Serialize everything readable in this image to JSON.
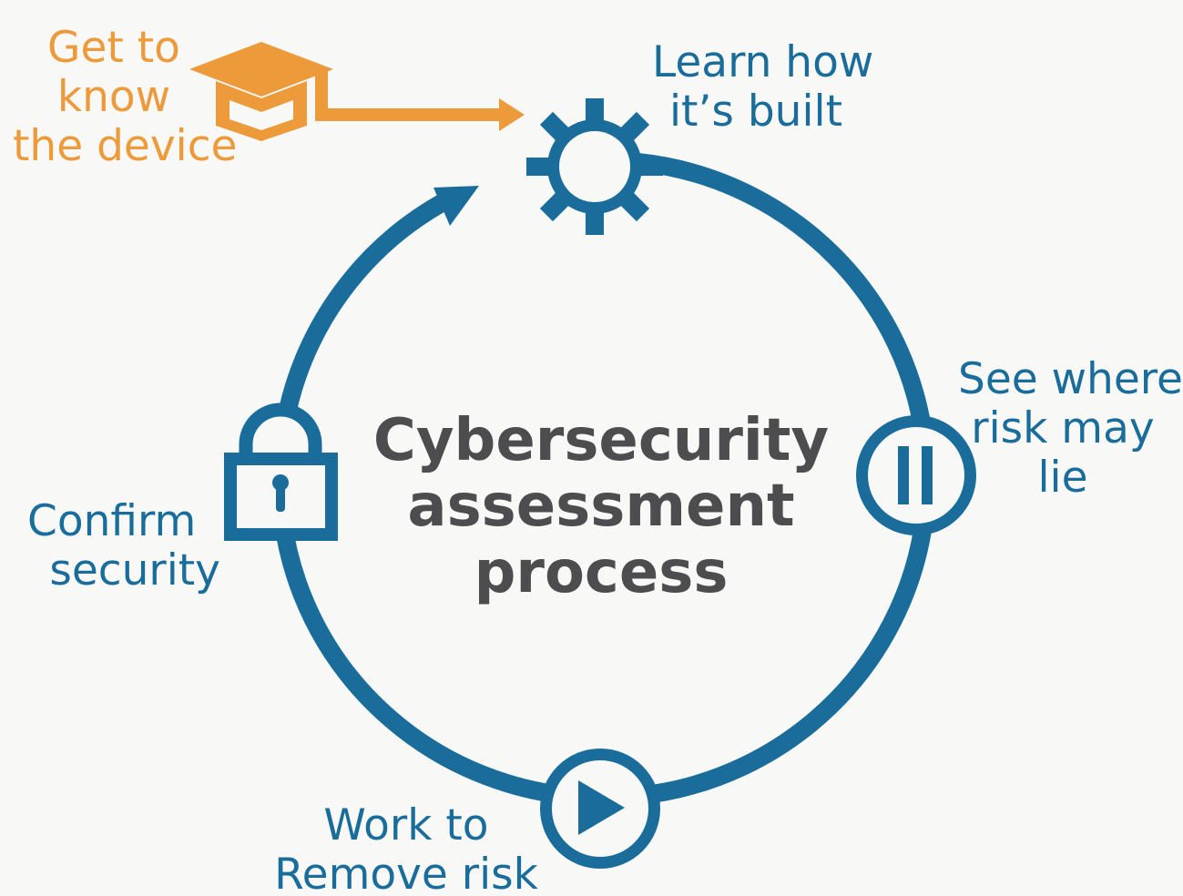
{
  "title_lines": [
    "Cybersecurity",
    "assessment",
    "process"
  ],
  "steps": {
    "get_to_know": {
      "lines": [
        "Get to",
        "know",
        "the device"
      ],
      "icon": "graduation-cap-icon",
      "color": "#ec9a3a"
    },
    "learn_build": {
      "lines": [
        "Learn how",
        "it’s built"
      ],
      "icon": "gear-icon"
    },
    "see_risk": {
      "lines": [
        "See where",
        "risk may",
        "lie"
      ],
      "icon": "pause-icon"
    },
    "remove_risk": {
      "lines": [
        "Work to",
        "Remove risk"
      ],
      "icon": "play-icon"
    },
    "confirm": {
      "lines": [
        "Confirm",
        "security"
      ],
      "icon": "padlock-icon"
    }
  },
  "colors": {
    "primary": "#1a6d9b",
    "accent": "#ec9a3a",
    "title": "#4d4d50",
    "background": "#f8f8f7"
  }
}
